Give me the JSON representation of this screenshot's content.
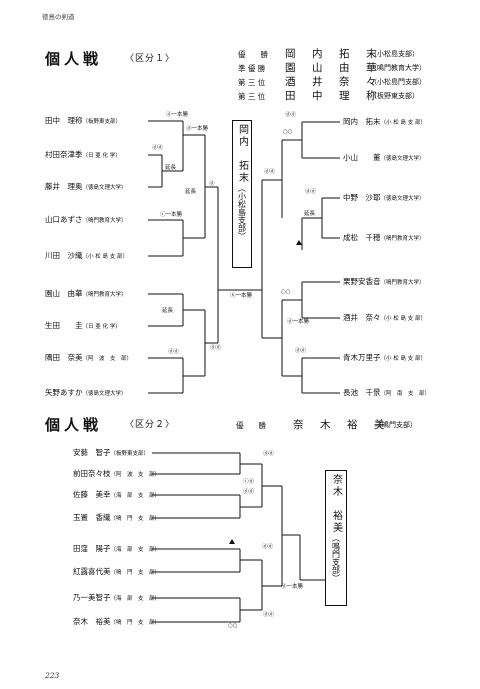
{
  "header": {
    "running_title": "徳島の剣道",
    "page_number": "223"
  },
  "section1": {
    "title": "個人戦",
    "subtitle": "〈区分１〉",
    "ranking": [
      {
        "rank": "優　　勝",
        "name": "岡　内　拓　末",
        "affil": "（小松島支部）"
      },
      {
        "rank": "準 優 勝",
        "name": "園　山　由　華",
        "affil": "（鳴門教育大学）"
      },
      {
        "rank": "第 三 位",
        "name": "酒　井　奈　々",
        "affil": "（小松島門支部）"
      },
      {
        "rank": "第 三 位",
        "name": "田　中　理　称",
        "affil": "（板野東支部）"
      }
    ],
    "left": [
      {
        "name": "田中　理称",
        "affil": "（板野東支部）"
      },
      {
        "name": "村田奈津季",
        "affil": "（日 亜 化 学）"
      },
      {
        "name": "藤井　理奥",
        "affil": "（徳島文理大学）"
      },
      {
        "name": "山口あずさ",
        "affil": "（鳴門教育大学）"
      },
      {
        "name": "川田　沙織",
        "affil": "（小 松 島 支 部）"
      },
      {
        "name": "園山　由華",
        "affil": "（鳴門教育大学）"
      },
      {
        "name": "生田　　圭",
        "affil": "（日 亜 化 学）"
      },
      {
        "name": "隅田　奈美",
        "affil": "（阿　波　支　部）"
      },
      {
        "name": "矢野あすか",
        "affil": "（徳島文理大学）"
      }
    ],
    "right": [
      {
        "name": "岡内　拓末",
        "affil": "（小 松 島 支 部）"
      },
      {
        "name": "小山　　董",
        "affil": "（徳島文理大学）"
      },
      {
        "name": "中野　沙耶",
        "affil": "（徳島文理大学）"
      },
      {
        "name": "成松　千穂",
        "affil": "（鳴門教育大学）"
      },
      {
        "name": "栗野安香音",
        "affil": "（鳴門教育大学）"
      },
      {
        "name": "酒井　奈々",
        "affil": "（小 松 島 支 部）"
      },
      {
        "name": "青木万里子",
        "affil": "（小 松 島 支 部）"
      },
      {
        "name": "長池　千景",
        "affil": "（阿　南　支　部）"
      }
    ],
    "champion": {
      "name": "岡内　拓末",
      "affil": "（小松島支部）"
    },
    "scores": {
      "l1": "ⓓ一本勝",
      "l2": "ⓓⓓ",
      "l3": "ⓓ一本勝",
      "l4": "延長",
      "l5": "延長",
      "l6": "ⓒ一本勝",
      "l7": "ⓓ",
      "l8": "延長",
      "l9": "ⓓⓓ",
      "l10": "ⓓⓓ",
      "final": "ⓗ一本勝",
      "r1": "ⓓⓓ",
      "r2": "○○",
      "r3": "ⓓⓓ",
      "r4": "ⓓⓓ",
      "r5": "延長",
      "r6": "○○",
      "r7": "ⓓ一本勝",
      "r8": "ⓓⓓ"
    }
  },
  "section2": {
    "title": "個人戦",
    "subtitle": "〈区分２〉",
    "winner": {
      "rank": "優　　勝",
      "name": "奈　木　裕　美",
      "affil": "（鳴門支部）"
    },
    "players": [
      {
        "name": "安藝　智子",
        "affil": "（板野東支部）"
      },
      {
        "name": "前田奈々枝",
        "affil": "（阿　波　支　部）"
      },
      {
        "name": "佐藤　美幸",
        "affil": "（海　部　支　部）"
      },
      {
        "name": "玉置　香織",
        "affil": "（鳴　門　支　部）"
      },
      {
        "name": "田窪　陽子",
        "affil": "（海　部　支　部）"
      },
      {
        "name": "紅露喜代美",
        "affil": "（鳴　門　支　部）"
      },
      {
        "name": "乃一美智子",
        "affil": "（海　部　支　部）"
      },
      {
        "name": "奈木　裕美",
        "affil": "（鳴　門　支　部）"
      }
    ],
    "champion": {
      "name": "奈木　裕美",
      "affil": "（鳴門支部）"
    },
    "scores": {
      "s1": "ⓓⓓ",
      "s2": "ⓒⓓ",
      "s3": "ⓓⓓ",
      "s4": "ⓓⓓ",
      "s5": "ⓓ一本勝",
      "s6": "ⓓⓓ",
      "s7": "○○"
    }
  }
}
